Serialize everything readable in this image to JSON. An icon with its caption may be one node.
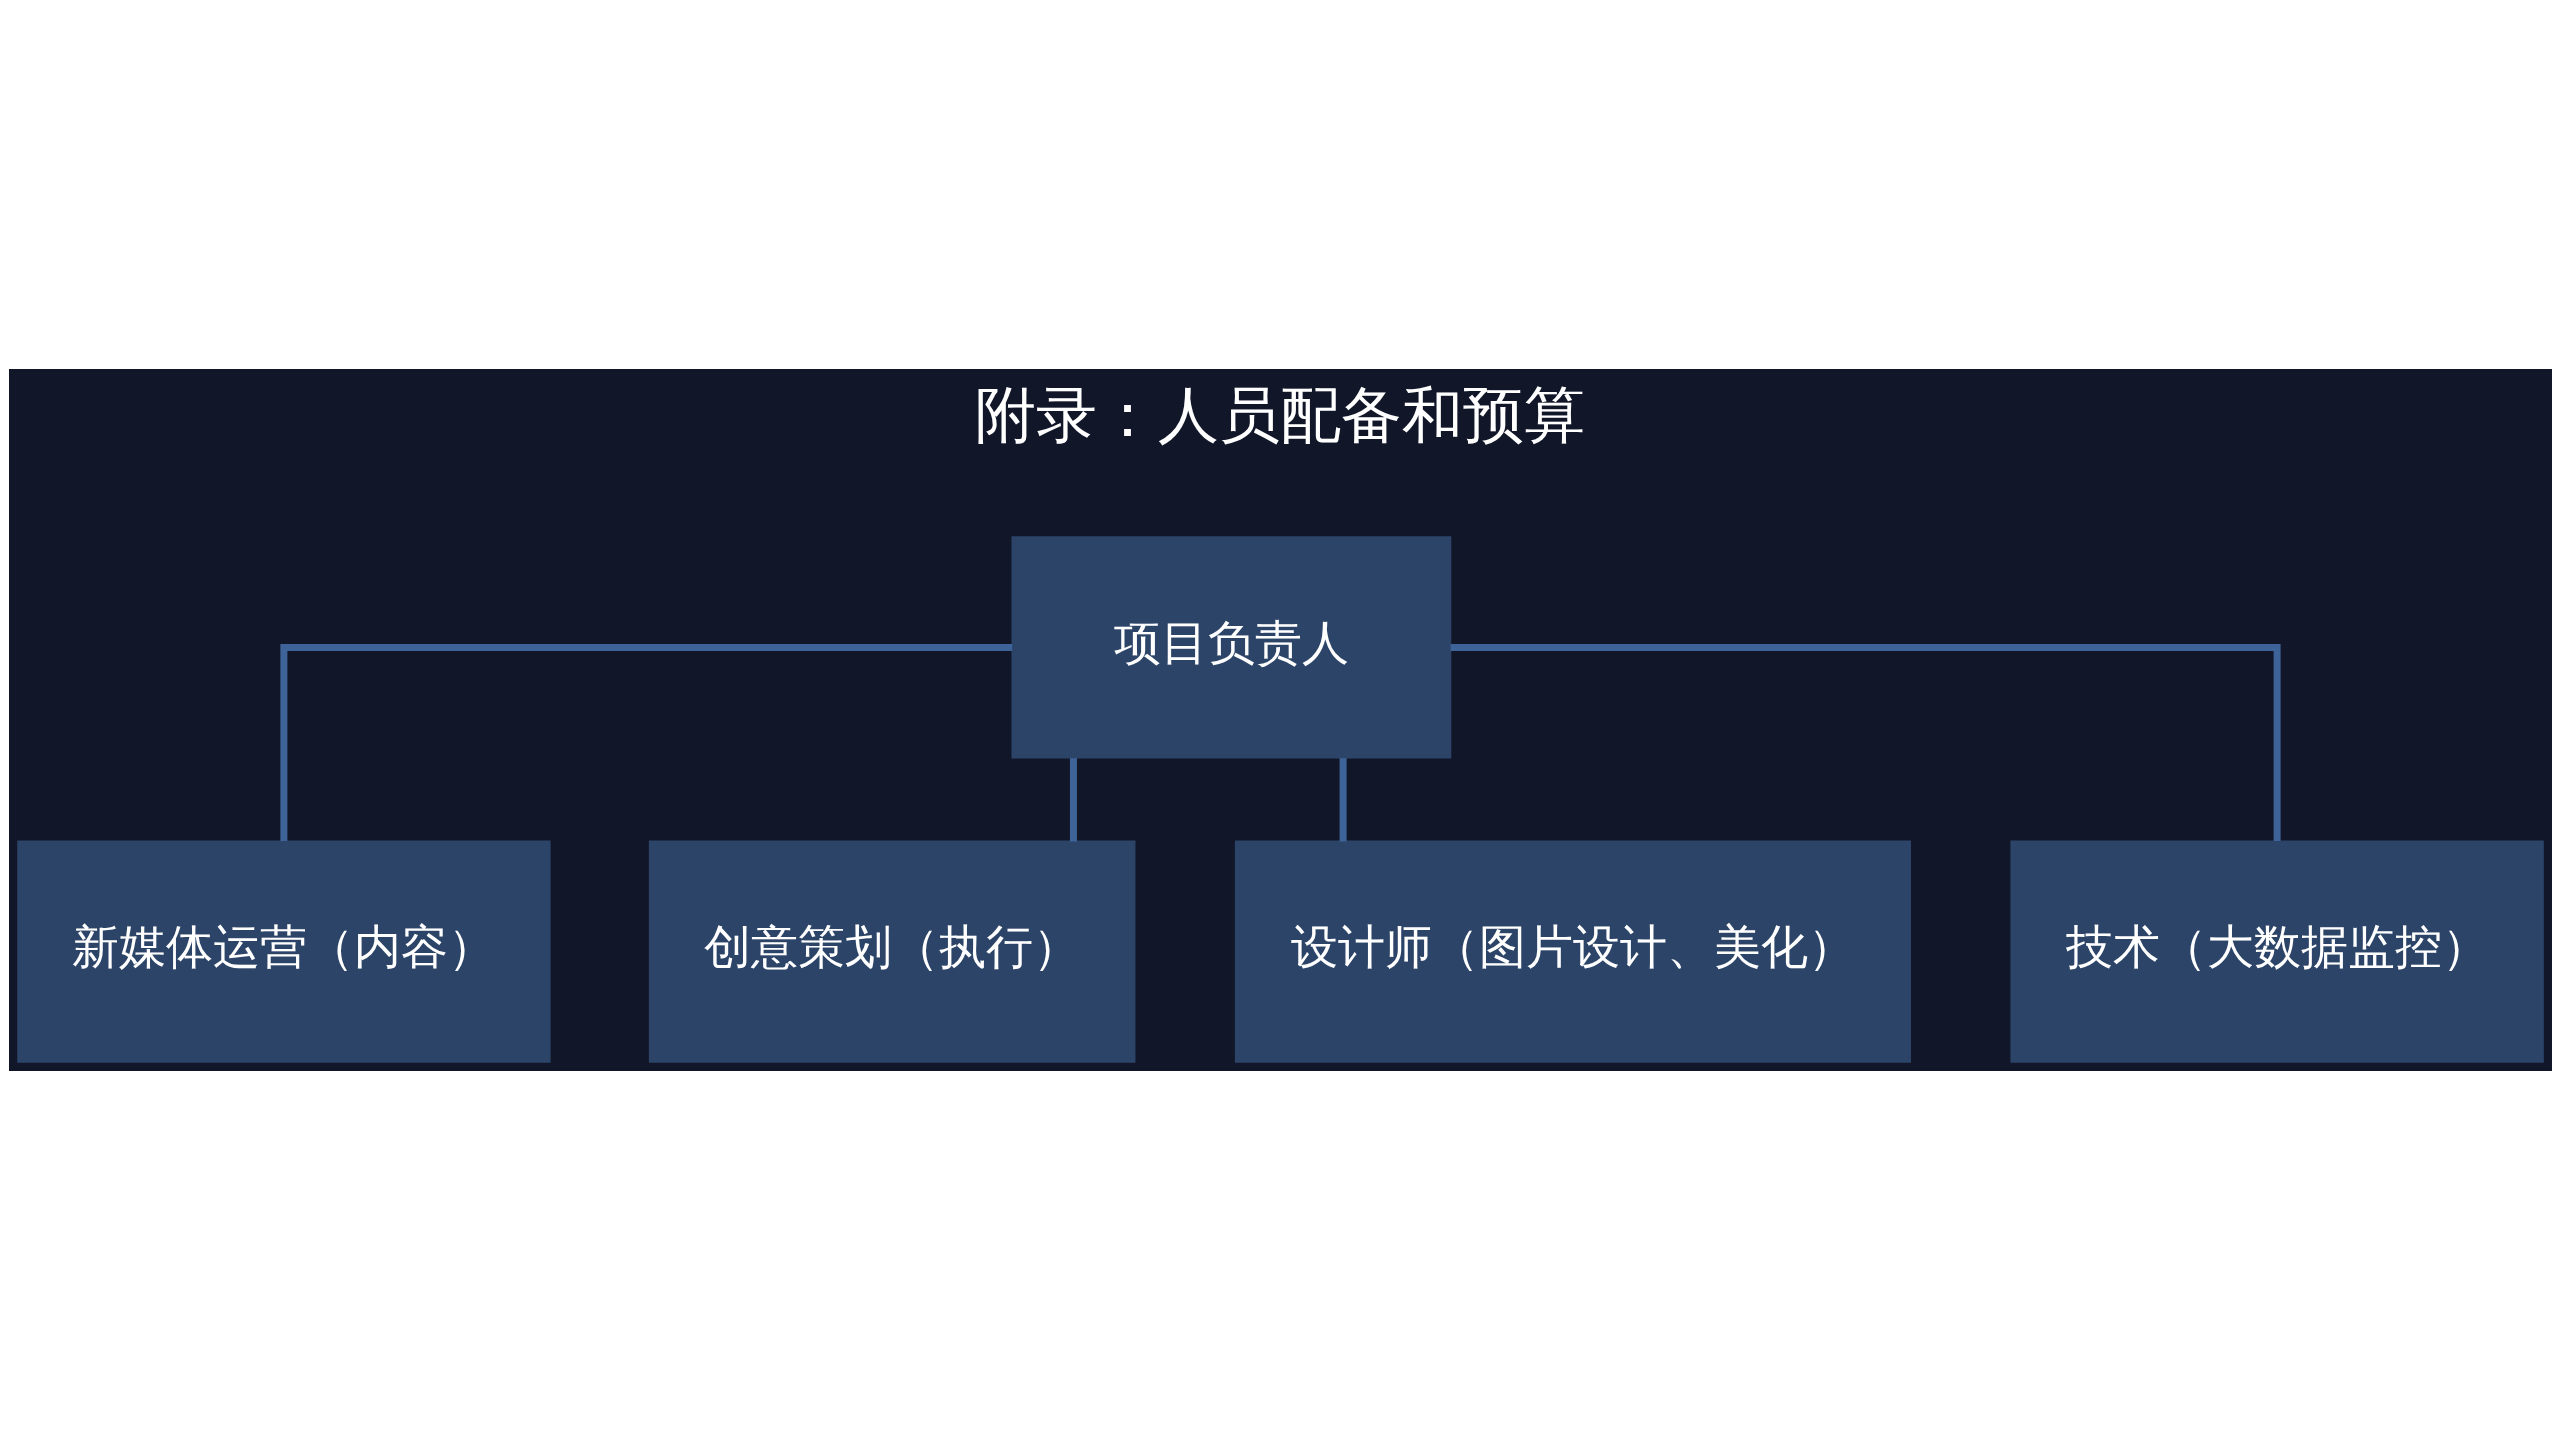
{
  "diagram": {
    "title": "附录：人员配备和预算",
    "nodes": [
      {
        "text": [
          "项目负责人"
        ]
      },
      {
        "text": [
          "新媒体运营（内容）"
        ]
      },
      {
        "text": [
          "创意策划（执行）"
        ]
      },
      {
        "text": [
          "设计师（图片设计、美化）"
        ]
      },
      {
        "text": [
          "技术（大数据监控）"
        ]
      }
    ],
    "edges": [
      {
        "from": 0,
        "to": 1,
        "arrow": "none"
      },
      {
        "from": 0,
        "to": 2,
        "arrow": "none"
      },
      {
        "from": 0,
        "to": 3,
        "arrow": "none"
      },
      {
        "from": 0,
        "to": 4,
        "arrow": "none"
      }
    ]
  }
}
